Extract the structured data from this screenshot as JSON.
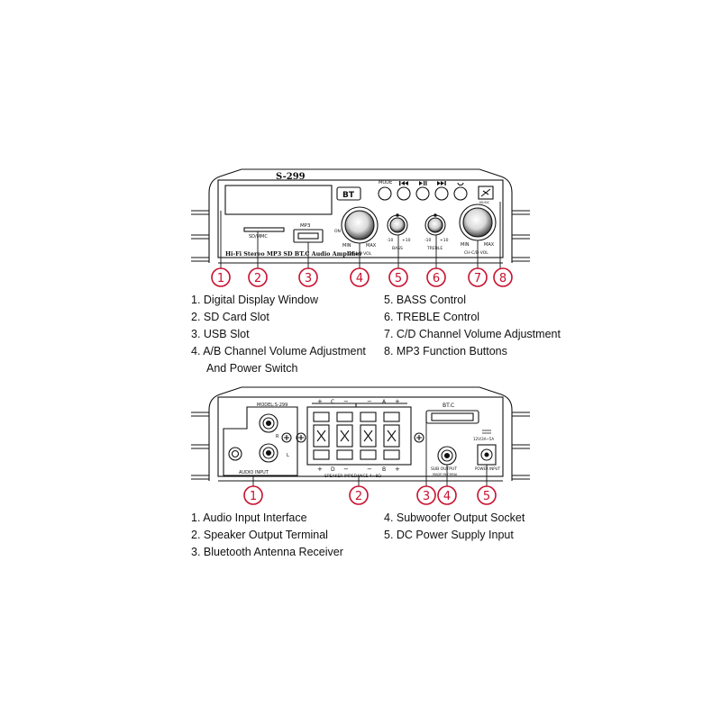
{
  "front": {
    "model": "S-299",
    "bt": "BT",
    "mode": "MODE",
    "mp3": "MP3",
    "sdmmc": "SD/MMC",
    "on": "ON",
    "min": "MIN",
    "max": "MAX",
    "ch_ab": "CH-A/B VOL",
    "ch_cd": "CH-C/D VOL",
    "bass": "BASS",
    "treble": "TREBLE",
    "minus10": "-10",
    "plus10": "+10",
    "banner": "Hi-Fi Stereo MP3 SD BT.C Audio Amplifier",
    "logo": "MUSIC",
    "callouts": [
      "1",
      "2",
      "3",
      "4",
      "5",
      "6",
      "7",
      "8"
    ],
    "legend_left": [
      "1. Digital Display Window",
      "2. SD Card Slot",
      "3. USB Slot",
      "4. A/B Channel Volume Adjustment",
      "And Power Switch"
    ],
    "legend_right": [
      "5. BASS Control",
      "6. TREBLE Control",
      "7. C/D Channel Volume Adjustment",
      "8. MP3 Function Buttons"
    ]
  },
  "back": {
    "model": "MODEL:S-299",
    "plus": "+",
    "minus": "−",
    "ch_a": "A",
    "ch_b": "B",
    "ch_c": "C",
    "ch_d": "D",
    "bt": "BT.C",
    "r": "R",
    "l": "L",
    "audio_input": "AUDIO INPUT",
    "impedance": "SPEAKER IMPEDANCE 4~8Ω",
    "sub_output": "SUB OUTPUT",
    "made_in": "MADE IN CHINA",
    "dc_spec": "12V/3A~5A",
    "power_input": "POWER INPUT",
    "callouts": [
      "1",
      "2",
      "3",
      "4",
      "5"
    ],
    "legend_left": [
      "1. Audio Input Interface",
      "2. Speaker Output Terminal",
      "3. Bluetooth Antenna Receiver"
    ],
    "legend_right": [
      "4. Subwoofer Output Socket",
      "5. DC Power Supply Input"
    ]
  },
  "colors": {
    "line": "#111111",
    "callout": "#c8102e",
    "text": "#111111",
    "background": "#ffffff"
  }
}
